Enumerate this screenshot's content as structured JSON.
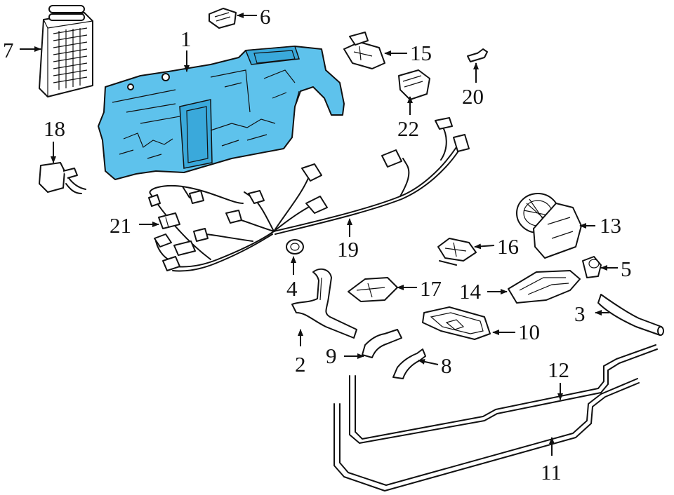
{
  "colors": {
    "highlight": "#5ec2ec",
    "highlight_dark": "#3aa9db",
    "line": "#111111",
    "background": "#ffffff"
  },
  "labels": {
    "p1": "1",
    "p2": "2",
    "p3": "3",
    "p4": "4",
    "p5": "5",
    "p6": "6",
    "p7": "7",
    "p8": "8",
    "p9": "9",
    "p10": "10",
    "p11": "11",
    "p12": "12",
    "p13": "13",
    "p14": "14",
    "p15": "15",
    "p16": "16",
    "p17": "17",
    "p18": "18",
    "p19": "19",
    "p20": "20",
    "p21": "21",
    "p22": "22"
  }
}
